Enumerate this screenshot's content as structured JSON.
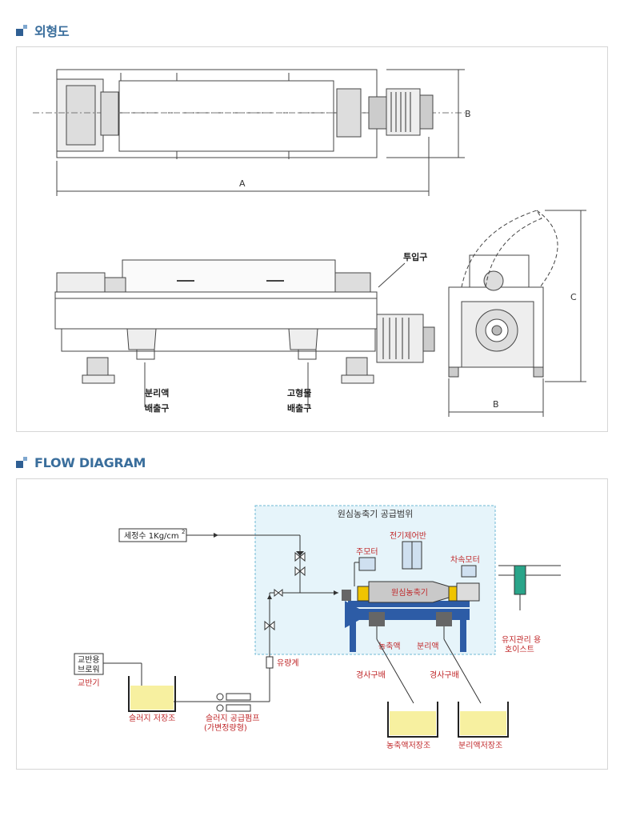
{
  "sections": {
    "exterior_title": "외형도",
    "flow_title": "FLOW DIAGRAM"
  },
  "exterior": {
    "dim_a": "A",
    "dim_b": "B",
    "dim_c": "C",
    "dim_b2": "B",
    "inlet": "투입구",
    "separated_outlet_1": "분리액",
    "separated_outlet_2": "배출구",
    "solid_outlet_1": "고형물",
    "solid_outlet_2": "배출구"
  },
  "flow": {
    "supply_scope": "원심농축기 공급범위",
    "wash_water": "세정수 1Kg/cm",
    "wash_water_sup": "2",
    "control_panel": "전기제어반",
    "main_motor": "주모터",
    "diff_motor": "차속모터",
    "centrifuge": "원심농축기",
    "flowmeter": "유량계",
    "concentrate": "농축액",
    "separated": "분리액",
    "slope_pipe_1": "경사구배",
    "slope_pipe_2": "경사구배",
    "agitator_box_1": "교반용",
    "agitator_box_2": "브로워",
    "agitator": "교반기",
    "sludge_tank": "슬러지 저장조",
    "pump_1": "슬러지 공급펌프",
    "pump_2": "(가변정량형)",
    "concentrate_tank": "농축액저장조",
    "separated_tank": "분리액저장조",
    "hoist_1": "유지관리 용",
    "hoist_2": "호이스트"
  },
  "colors": {
    "heading": "#3a6e9c",
    "label_red": "#c0282a",
    "scope_fill": "#e6f4fa",
    "frame_blue": "#2d5ca6",
    "liquid": "#f7f0a0",
    "tank_wall": "#222222"
  }
}
